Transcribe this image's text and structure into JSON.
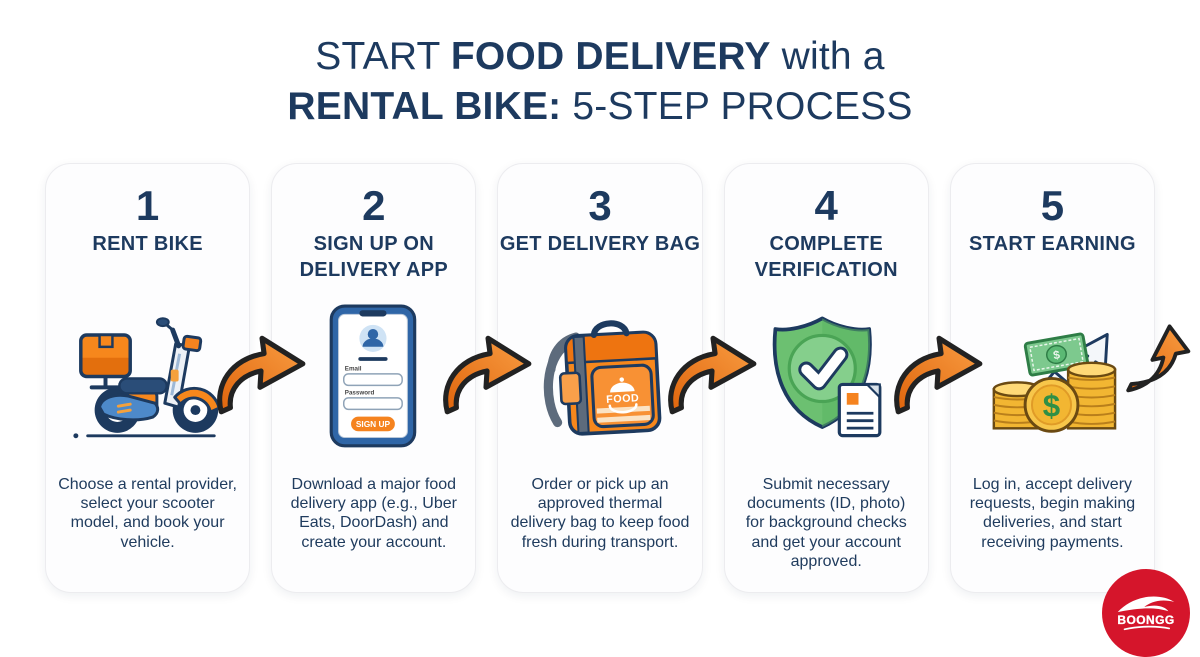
{
  "title": {
    "l1a": "START ",
    "l1b": "FOOD DELIVERY",
    "l1c": " with a",
    "l2a": "RENTAL BIKE:",
    "l2b": " 5-STEP PROCESS"
  },
  "steps": [
    {
      "number": "1",
      "title": "RENT BIKE",
      "icon": "scooter-icon",
      "description": "Choose a rental provider, select your scooter model, and book your vehicle."
    },
    {
      "number": "2",
      "title": "SIGN UP ON DELIVERY APP",
      "icon": "signup-phone-icon",
      "description": "Download a major food delivery app (e.g., Uber Eats, DoorDash) and create your account."
    },
    {
      "number": "3",
      "title": "GET DELIVERY BAG",
      "icon": "delivery-bag-icon",
      "description": "Order or pick up an approved thermal delivery bag to keep food fresh during transport."
    },
    {
      "number": "4",
      "title": "COMPLETE VERIFICATION",
      "icon": "shield-check-icon",
      "description": "Submit necessary documents (ID, photo) for background checks and get your account approved."
    },
    {
      "number": "5",
      "title": "START EARNING",
      "icon": "money-growth-icon",
      "description": "Log in, accept delivery requests, begin making deliveries, and start receiving payments."
    }
  ],
  "phone": {
    "email_label": "Email",
    "password_label": "Password",
    "signup_label": "SIGN UP"
  },
  "bag": {
    "label": "FOOD"
  },
  "money": {
    "dollar": "$"
  },
  "logo": {
    "text": "BOONGG"
  },
  "icons": {
    "between_steps": "curved-right-arrow",
    "after_last_step": "curved-up-arrow"
  },
  "colors": {
    "navy": "#1d3a5f",
    "orange": "#f5831f",
    "green": "#6cc071",
    "logo_red": "#d5152b",
    "card_bg": "#fdfdfe"
  }
}
